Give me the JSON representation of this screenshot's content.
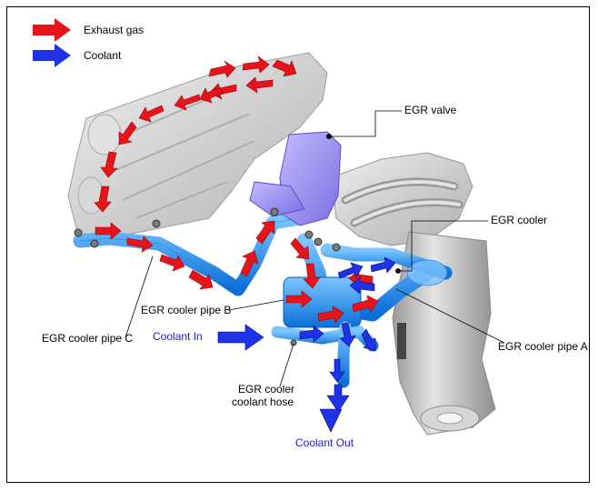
{
  "legend": {
    "exhaust_label": "Exhaust gas",
    "coolant_label": "Coolant"
  },
  "labels": {
    "egr_valve": "EGR valve",
    "egr_cooler": "EGR cooler",
    "egr_cooler_pipe_b": "EGR cooler pipe B",
    "egr_cooler_pipe_c": "EGR cooler pipe C",
    "egr_cooler_pipe_a": "EGR cooler pipe A",
    "coolant_in": "Coolant In",
    "egr_cooler_coolant_hose_line1": "EGR cooler",
    "egr_cooler_coolant_hose_line2": "coolant hose",
    "coolant_out": "Coolant Out"
  },
  "colors": {
    "exhaust": "#e8141b",
    "coolant": "#1f33e6",
    "pipe": "#1e90f0",
    "valve": "#9d8ff0",
    "text_blue": "#1a1adf"
  }
}
